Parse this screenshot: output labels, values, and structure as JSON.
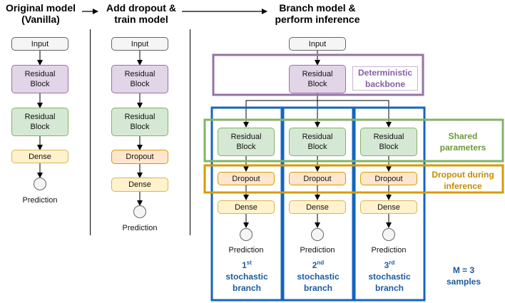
{
  "headers": {
    "col1": "Original model (Vanilla)",
    "col1_line1": "Original model",
    "col1_line2": "(Vanilla)",
    "col2_line1": "Add dropout &",
    "col2_line2": "train model",
    "col3_line1": "Branch model &",
    "col3_line2": "perform inference"
  },
  "nodes": {
    "input": "Input",
    "residual_line1": "Residual",
    "residual_line2": "Block",
    "dense": "Dense",
    "dropout": "Dropout",
    "prediction": "Prediction"
  },
  "annotations": {
    "deterministic_line1": "Deterministic",
    "deterministic_line2": "backbone",
    "shared_line1": "Shared",
    "shared_line2": "parameters",
    "dropout_line1": "Dropout during",
    "dropout_line2": "inference",
    "samples_line1": "M = 3",
    "samples_line2": "samples"
  },
  "branches": [
    {
      "ordinal": "1",
      "suffix": "st",
      "line2": "stochastic",
      "line3": "branch"
    },
    {
      "ordinal": "2",
      "suffix": "nd",
      "line2": "stochastic",
      "line3": "branch"
    },
    {
      "ordinal": "3",
      "suffix": "rd",
      "line2": "stochastic",
      "line3": "branch"
    }
  ],
  "colors": {
    "purple_frame": "#9673a6",
    "green_frame": "#82b366",
    "orange_frame": "#d79b00",
    "blue_frame": "#1565c0",
    "shared_text": "#6a9a3a",
    "dropout_text": "#c58b00",
    "deterministic_text": "#8a5ea6",
    "blue_text": "#1c5b9e"
  }
}
